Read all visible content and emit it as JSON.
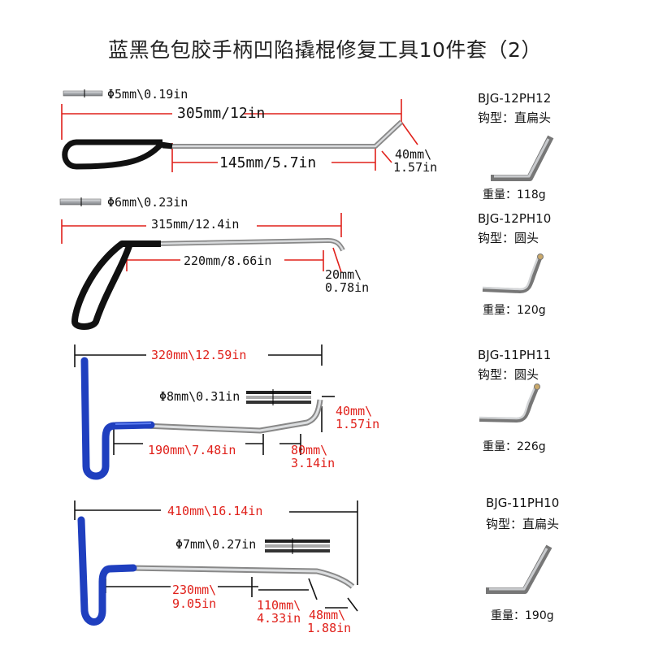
{
  "title": "蓝黑色包胶手柄凹陷撬棍修复工具10件套（2）",
  "tools": [
    {
      "diameter": "Φ5mm\\0.19in",
      "total_length": "305mm/12in",
      "shaft_length": "145mm/5.7in",
      "tip_1": "40mm\\",
      "tip_2": "1.57in",
      "model": "BJG-12PH12",
      "hook_type": "钩型：直扁头",
      "weight": "重量：118g"
    },
    {
      "diameter": "Φ6mm\\0.23in",
      "total_length": "315mm/12.4in",
      "shaft_length": "220mm/8.66in",
      "tip_1": "20mm\\",
      "tip_2": "0.78in",
      "model": "BJG-12PH10",
      "hook_type": "钩型：圆头",
      "weight": "重量：120g"
    },
    {
      "diameter": "Φ8mm\\0.31in",
      "total_length": "320mm\\12.59in",
      "shaft_length": "190mm\\7.48in",
      "mid_1": "80mm\\",
      "mid_2": "3.14in",
      "tip_1": "40mm\\",
      "tip_2": "1.57in",
      "model": "BJG-11PH11",
      "hook_type": "钩型：圆头",
      "weight": "重量：226g"
    },
    {
      "diameter": "Φ7mm\\0.27in",
      "total_length": "410mm\\16.14in",
      "shaft_1": "230mm\\",
      "shaft_2": "9.05in",
      "mid_1": "110mm\\",
      "mid_2": "4.33in",
      "tip_1": "48mm\\",
      "tip_2": "1.88in",
      "model": "BJG-11PH10",
      "hook_type": "钩型：直扁头",
      "weight": "重量：190g"
    }
  ],
  "colors": {
    "black_handle": "#111111",
    "blue_handle": "#1f3fbf",
    "steel": "#b9bcc0",
    "red_dimension": "#e0201a"
  }
}
